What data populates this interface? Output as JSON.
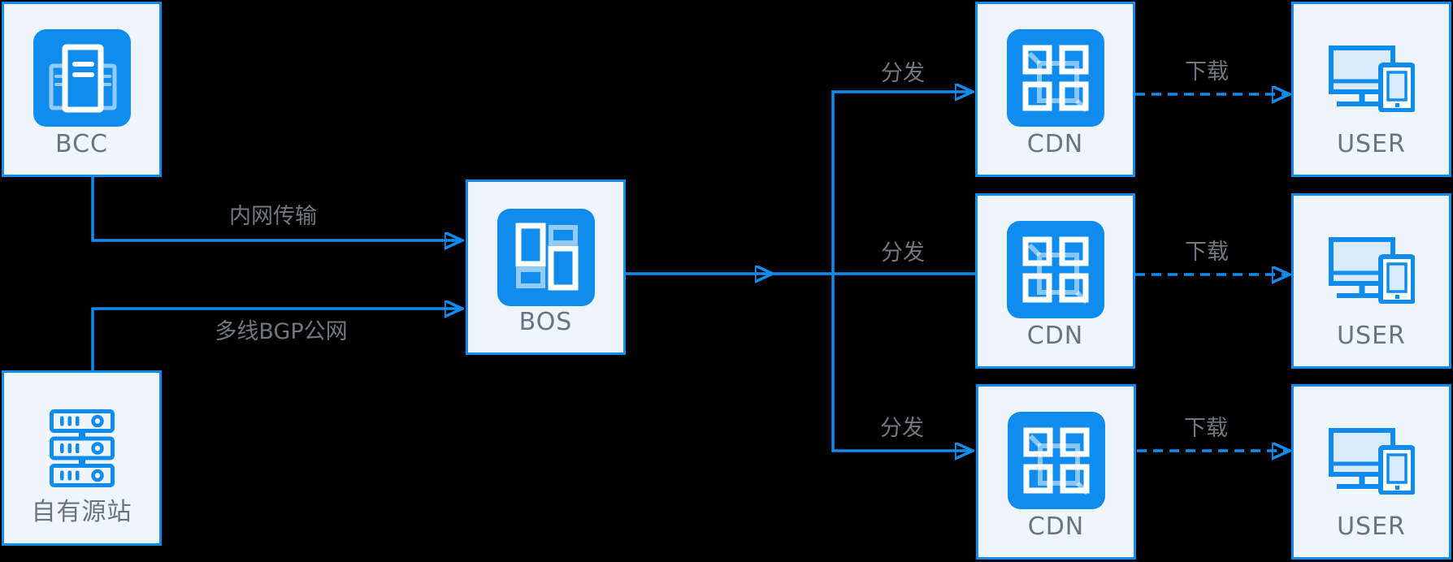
{
  "colors": {
    "accent_blue": "#108cee",
    "node_fill": "#eef5fc",
    "node_border": "#108cee",
    "node_label_text": "#6a737e",
    "edge_label_text": "#73777d",
    "background": "#000000",
    "icon_light_overlay": "rgba(255,255,255,0.55)",
    "screen_fill": "#d9eafc"
  },
  "diagram": {
    "nodes": [
      {
        "id": "bcc",
        "label": "BCC",
        "icon": "bcc-compute-servers-icon"
      },
      {
        "id": "origin",
        "label": "自有源站",
        "icon": "origin-server-rack-icon"
      },
      {
        "id": "bos",
        "label": "BOS",
        "icon": "bos-object-storage-icon"
      },
      {
        "id": "cdn-1",
        "label": "CDN",
        "icon": "cdn-grid-cube-icon"
      },
      {
        "id": "cdn-2",
        "label": "CDN",
        "icon": "cdn-grid-cube-icon"
      },
      {
        "id": "cdn-3",
        "label": "CDN",
        "icon": "cdn-grid-cube-icon"
      },
      {
        "id": "user-1",
        "label": "USER",
        "icon": "user-devices-icon"
      },
      {
        "id": "user-2",
        "label": "USER",
        "icon": "user-devices-icon"
      },
      {
        "id": "user-3",
        "label": "USER",
        "icon": "user-devices-icon"
      }
    ],
    "edges": [
      {
        "id": "bcc-to-bos",
        "label": "内网传输",
        "line": "solid"
      },
      {
        "id": "origin-to-bos",
        "label": "多线BGP公网",
        "line": "solid"
      },
      {
        "id": "bos-to-cdn-1",
        "label": "分发",
        "line": "solid"
      },
      {
        "id": "bos-to-cdn-2",
        "label": "分发",
        "line": "solid"
      },
      {
        "id": "bos-to-cdn-3",
        "label": "分发",
        "line": "solid"
      },
      {
        "id": "cdn-1-to-user-1",
        "label": "下载",
        "line": "dashed"
      },
      {
        "id": "cdn-2-to-user-2",
        "label": "下载",
        "line": "dashed"
      },
      {
        "id": "cdn-3-to-user-3",
        "label": "下载",
        "line": "dashed"
      }
    ]
  }
}
